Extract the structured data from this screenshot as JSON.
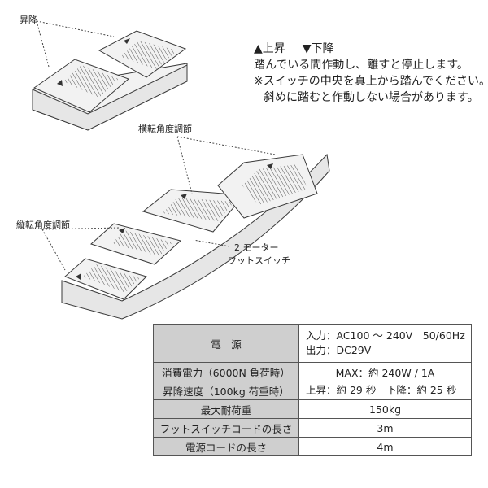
{
  "labels": {
    "lift": "昇降",
    "horizontal": "横転角度調節",
    "vertical": "縦転角度調節",
    "motor_line1": "2 モーター",
    "motor_line2": "フットスイッチ"
  },
  "notes": {
    "legend_up": "▲上昇",
    "legend_down": "▼下降",
    "line1": "踏んでいる間作動し、離すと停止します。",
    "line2": "※スイッチの中央を真上から踏んでください。",
    "line3": "斜めに踏むと作動しない場合があります。"
  },
  "spec": {
    "power_key": "電　源",
    "power_input": "入力：AC100 ～ 240V　50/60Hz",
    "power_output": "出力：DC29V",
    "consumption_key": "消費電力（6000N 負荷時）",
    "consumption_val": "MAX：約 240W / 1A",
    "speed_key": "昇降速度（100kg 荷重時）",
    "speed_val": "上昇：約 29 秒　下降：約 25 秒",
    "load_key": "最大耐荷重",
    "load_val": "150kg",
    "footcord_key": "フットスイッチコードの長さ",
    "footcord_val": "3m",
    "powercord_key": "電源コードの長さ",
    "powercord_val": "4m"
  },
  "colors": {
    "pedal_fill": "#f2f2f2",
    "outline": "#3a3a3a",
    "key_bg": "#cfcfcf"
  }
}
